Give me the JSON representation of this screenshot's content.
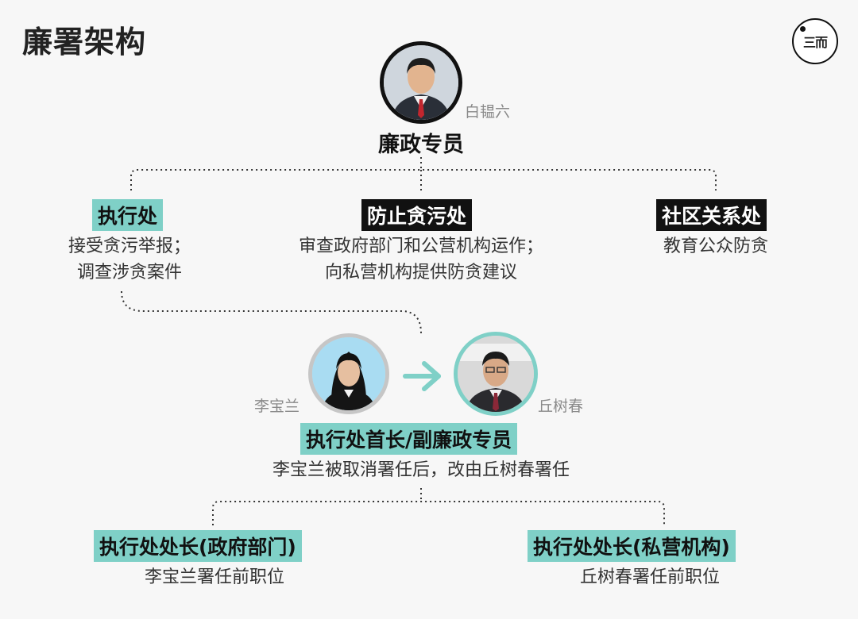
{
  "title": "廉署架构",
  "logo_text": "三而",
  "colors": {
    "teal": "#7fd0c7",
    "dark": "#111111",
    "background": "#f7f7f7"
  },
  "commissioner": {
    "name": "白韫六",
    "role": "廉政专员"
  },
  "departments": [
    {
      "label": "执行处",
      "desc_lines": [
        "接受贪污举报；",
        "调查涉贪案件"
      ]
    },
    {
      "label": "防止贪污处",
      "desc_lines": [
        "审查政府部门和公营机构运作；",
        "向私营机构提供防贪建议"
      ]
    },
    {
      "label": "社区关系处",
      "desc_lines": [
        "教育公众防贪"
      ]
    }
  ],
  "deputy": {
    "former_name": "李宝兰",
    "current_name": "丘树春",
    "role": "执行处首长/副廉政专员",
    "note": "李宝兰被取消署任后，改由丘树春署任"
  },
  "directors": [
    {
      "label": "执行处处长(政府部门)",
      "desc": "李宝兰署任前职位"
    },
    {
      "label": "执行处处长(私营机构)",
      "desc": "丘树春署任前职位"
    }
  ]
}
